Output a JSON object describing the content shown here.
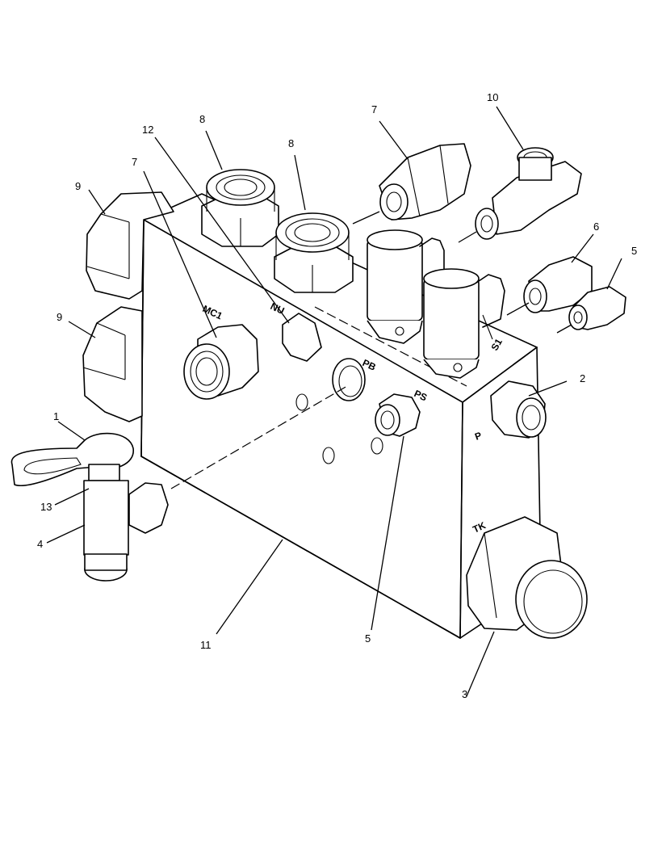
{
  "callouts": {
    "c1": "1",
    "c2": "2",
    "c3": "3",
    "c4": "4",
    "c5a": "5",
    "c5b": "5",
    "c6": "6",
    "c7a": "7",
    "c7b": "7",
    "c8a": "8",
    "c8b": "8",
    "c9a": "9",
    "c9b": "9",
    "c10": "10",
    "c11": "11",
    "c12": "12",
    "c13": "13"
  },
  "port_labels": {
    "mc1": "MC1",
    "nu": "NU",
    "pb": "PB",
    "ps": "PS",
    "p": "P",
    "tk": "TK",
    "s1": "S1"
  },
  "colors": {
    "line": "#000000",
    "background": "#ffffff"
  }
}
